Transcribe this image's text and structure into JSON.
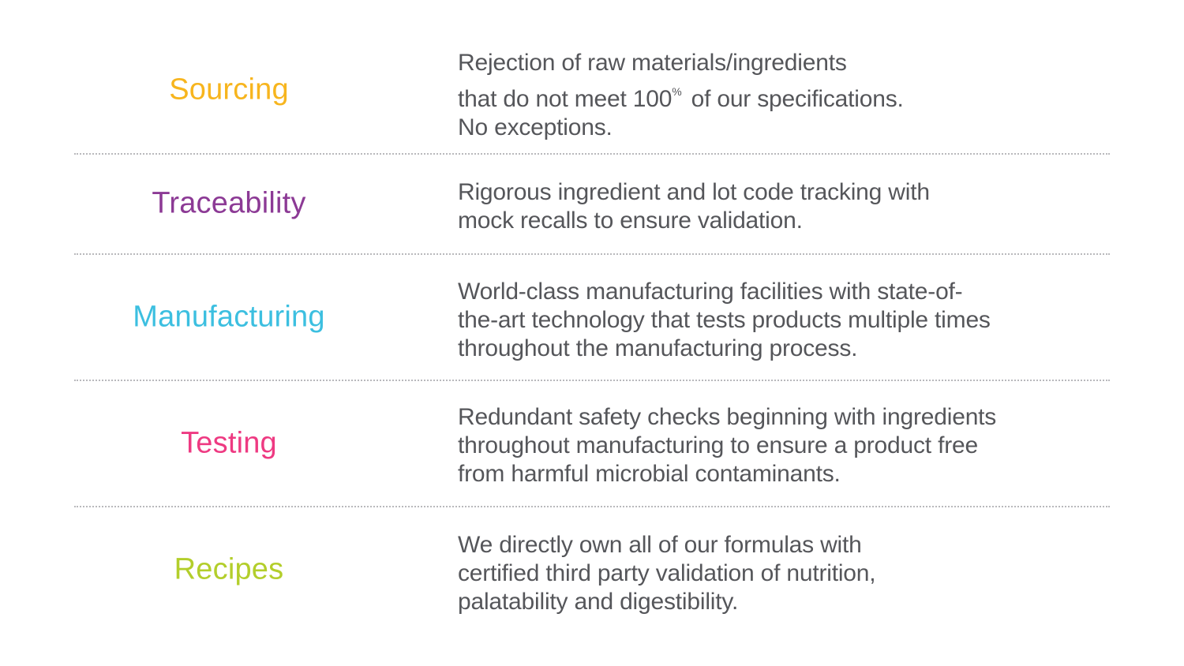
{
  "colors": {
    "sourcing": "#f7b51e",
    "traceability": "#8c3a95",
    "manufacturing": "#3cbfe0",
    "testing": "#ee3a82",
    "recipes": "#b3ce2b",
    "body_text": "#55565a"
  },
  "rows": [
    {
      "label": "Sourcing",
      "lines": [
        "Rejection of raw materials/ingredients",
        "that do not meet 100",
        "No exceptions."
      ],
      "percent_mark": "%",
      "line2_tail": "of our specifications."
    },
    {
      "label": "Traceability",
      "lines": [
        "Rigorous ingredient and lot code tracking with",
        "mock recalls to ensure validation."
      ]
    },
    {
      "label": "Manufacturing",
      "lines": [
        "World-class manufacturing facilities with state-of-",
        "the-art technology that tests products multiple times",
        "throughout the manufacturing process."
      ]
    },
    {
      "label": "Testing",
      "lines": [
        "Redundant safety checks beginning with ingredients",
        "throughout manufacturing to ensure a product free",
        "from harmful microbial contaminants."
      ]
    },
    {
      "label": "Recipes",
      "lines": [
        "We directly own all of our formulas with",
        "certified third party validation of nutrition,",
        "palatability and digestibility."
      ]
    }
  ]
}
